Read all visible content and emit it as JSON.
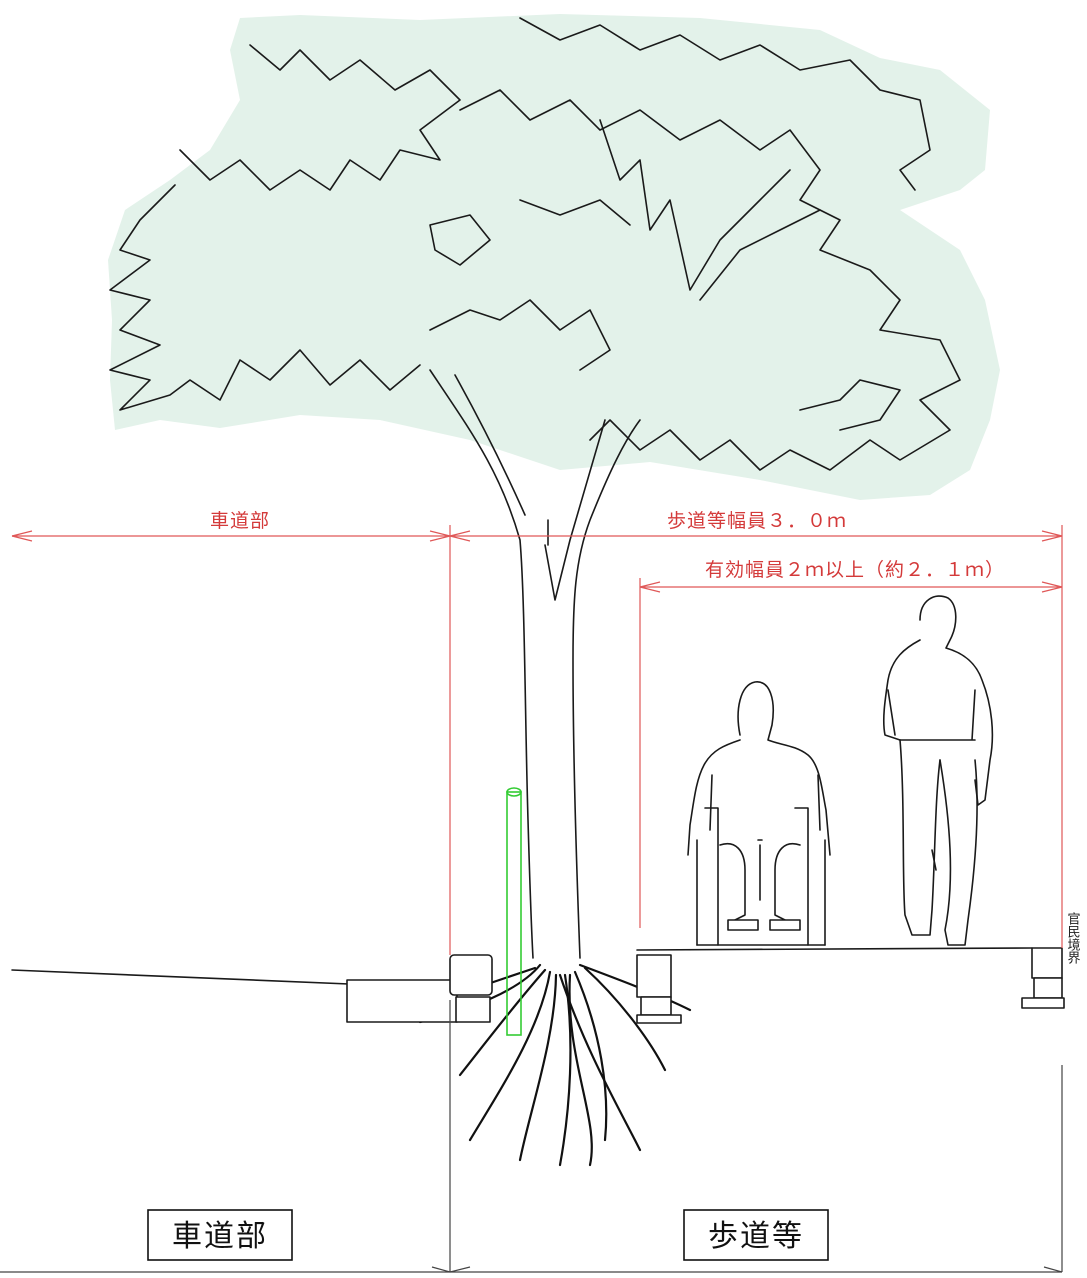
{
  "dimensions": {
    "roadway": "車道部",
    "sidewalk_width": "歩道等幅員３．０ｍ",
    "effective_width": "有効幅員２ｍ以上（約２．１ｍ）"
  },
  "zone_labels": {
    "roadway": "車道部",
    "sidewalk": "歩道等"
  },
  "side_label": "官民境界",
  "colors": {
    "canopy_fill": "#e3f2ea",
    "dimension_red": "#d43a3a",
    "pole_green": "#33cc33",
    "ink": "#1a1a1a"
  }
}
